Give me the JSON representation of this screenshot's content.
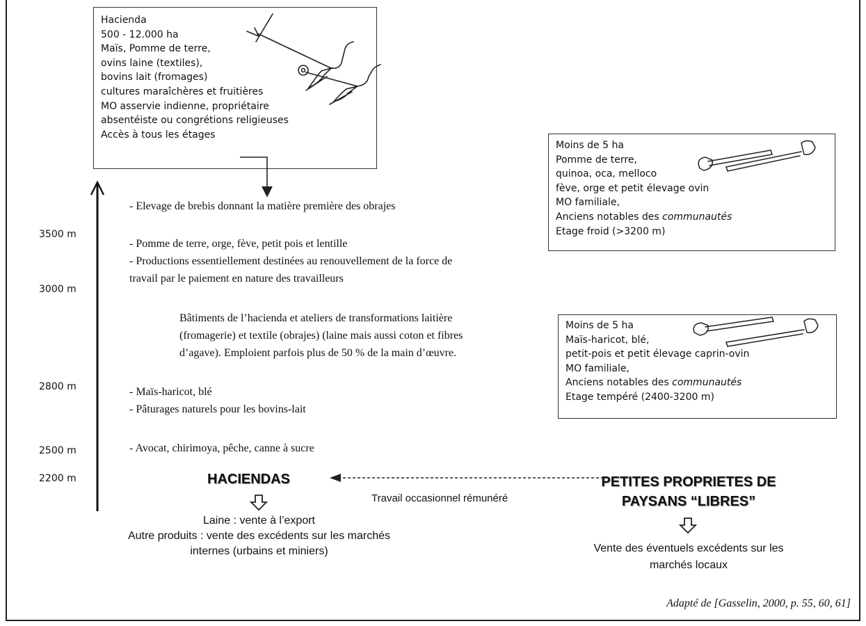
{
  "hacienda_box": {
    "lines": [
      "Hacienda",
      "500 - 12.000 ha",
      "Maïs, Pomme de terre,",
      "ovins laine (textiles),",
      "bovins lait (fromages)",
      "cultures maraîchères et fruitières",
      "MO asservie indienne, propriétaire",
      "absentéiste ou congrétions religieuses",
      "Accès à tous les étages"
    ]
  },
  "altitudes": [
    "3500 m",
    "3000 m",
    "2800 m",
    "2500 m",
    "2200 m"
  ],
  "zones": {
    "z1": "- Elevage de brebis donnant la matière première des obrajes",
    "z2a": "- Pomme de terre, orge, fève, petit pois et lentille",
    "z2b": "- Productions essentiellement destinées au renouvellement de la force de",
    "z2c": "travail par le paiement en nature des travailleurs",
    "z3a": "Bâtiments de l’hacienda et ateliers de transformations laitière",
    "z3b": "(fromagerie) et textile (obrajes) (laine mais aussi coton et fibres",
    "z3c": "d’agave). Emploient parfois plus de 50 % de la main d’œuvre.",
    "z4a": "- Maïs-haricot, blé",
    "z4b": "- Pâturages naturels pour les bovins-lait",
    "z5": "- Avocat, chirimoya, pêche, canne à sucre"
  },
  "cold_box": {
    "lines": [
      "Moins de 5 ha",
      "Pomme de terre,",
      "quinoa, oca, melloco",
      "fève, orge et petit élevage ovin",
      "MO familiale,",
      "Anciens notables des ",
      "Etage froid (>3200 m)"
    ],
    "emph": "communautés"
  },
  "temp_box": {
    "lines": [
      "Moins de 5 ha",
      "Maïs-haricot, blé,",
      "petit-pois et petit élevage caprin-ovin",
      "MO familiale,",
      "Anciens notables des ",
      "Etage tempéré (2400-3200 m)"
    ],
    "emph": "communautés"
  },
  "haciendas": {
    "title": "HACIENDAS",
    "out1": "Laine : vente à l’export",
    "out2": "Autre produits : vente des excédents sur les marchés",
    "out3": "internes (urbains et miniers)"
  },
  "link_label": "Travail occasionnel rémunéré",
  "paysans": {
    "title1": "PETITES PROPRIETES DE",
    "title2": "PAYSANS “LIBRES”",
    "out1": "Vente des éventuels excédents sur les",
    "out2": "marchés locaux"
  },
  "source": "Adapté de [Gasselin, 2000, p. 55, 60, 61]"
}
